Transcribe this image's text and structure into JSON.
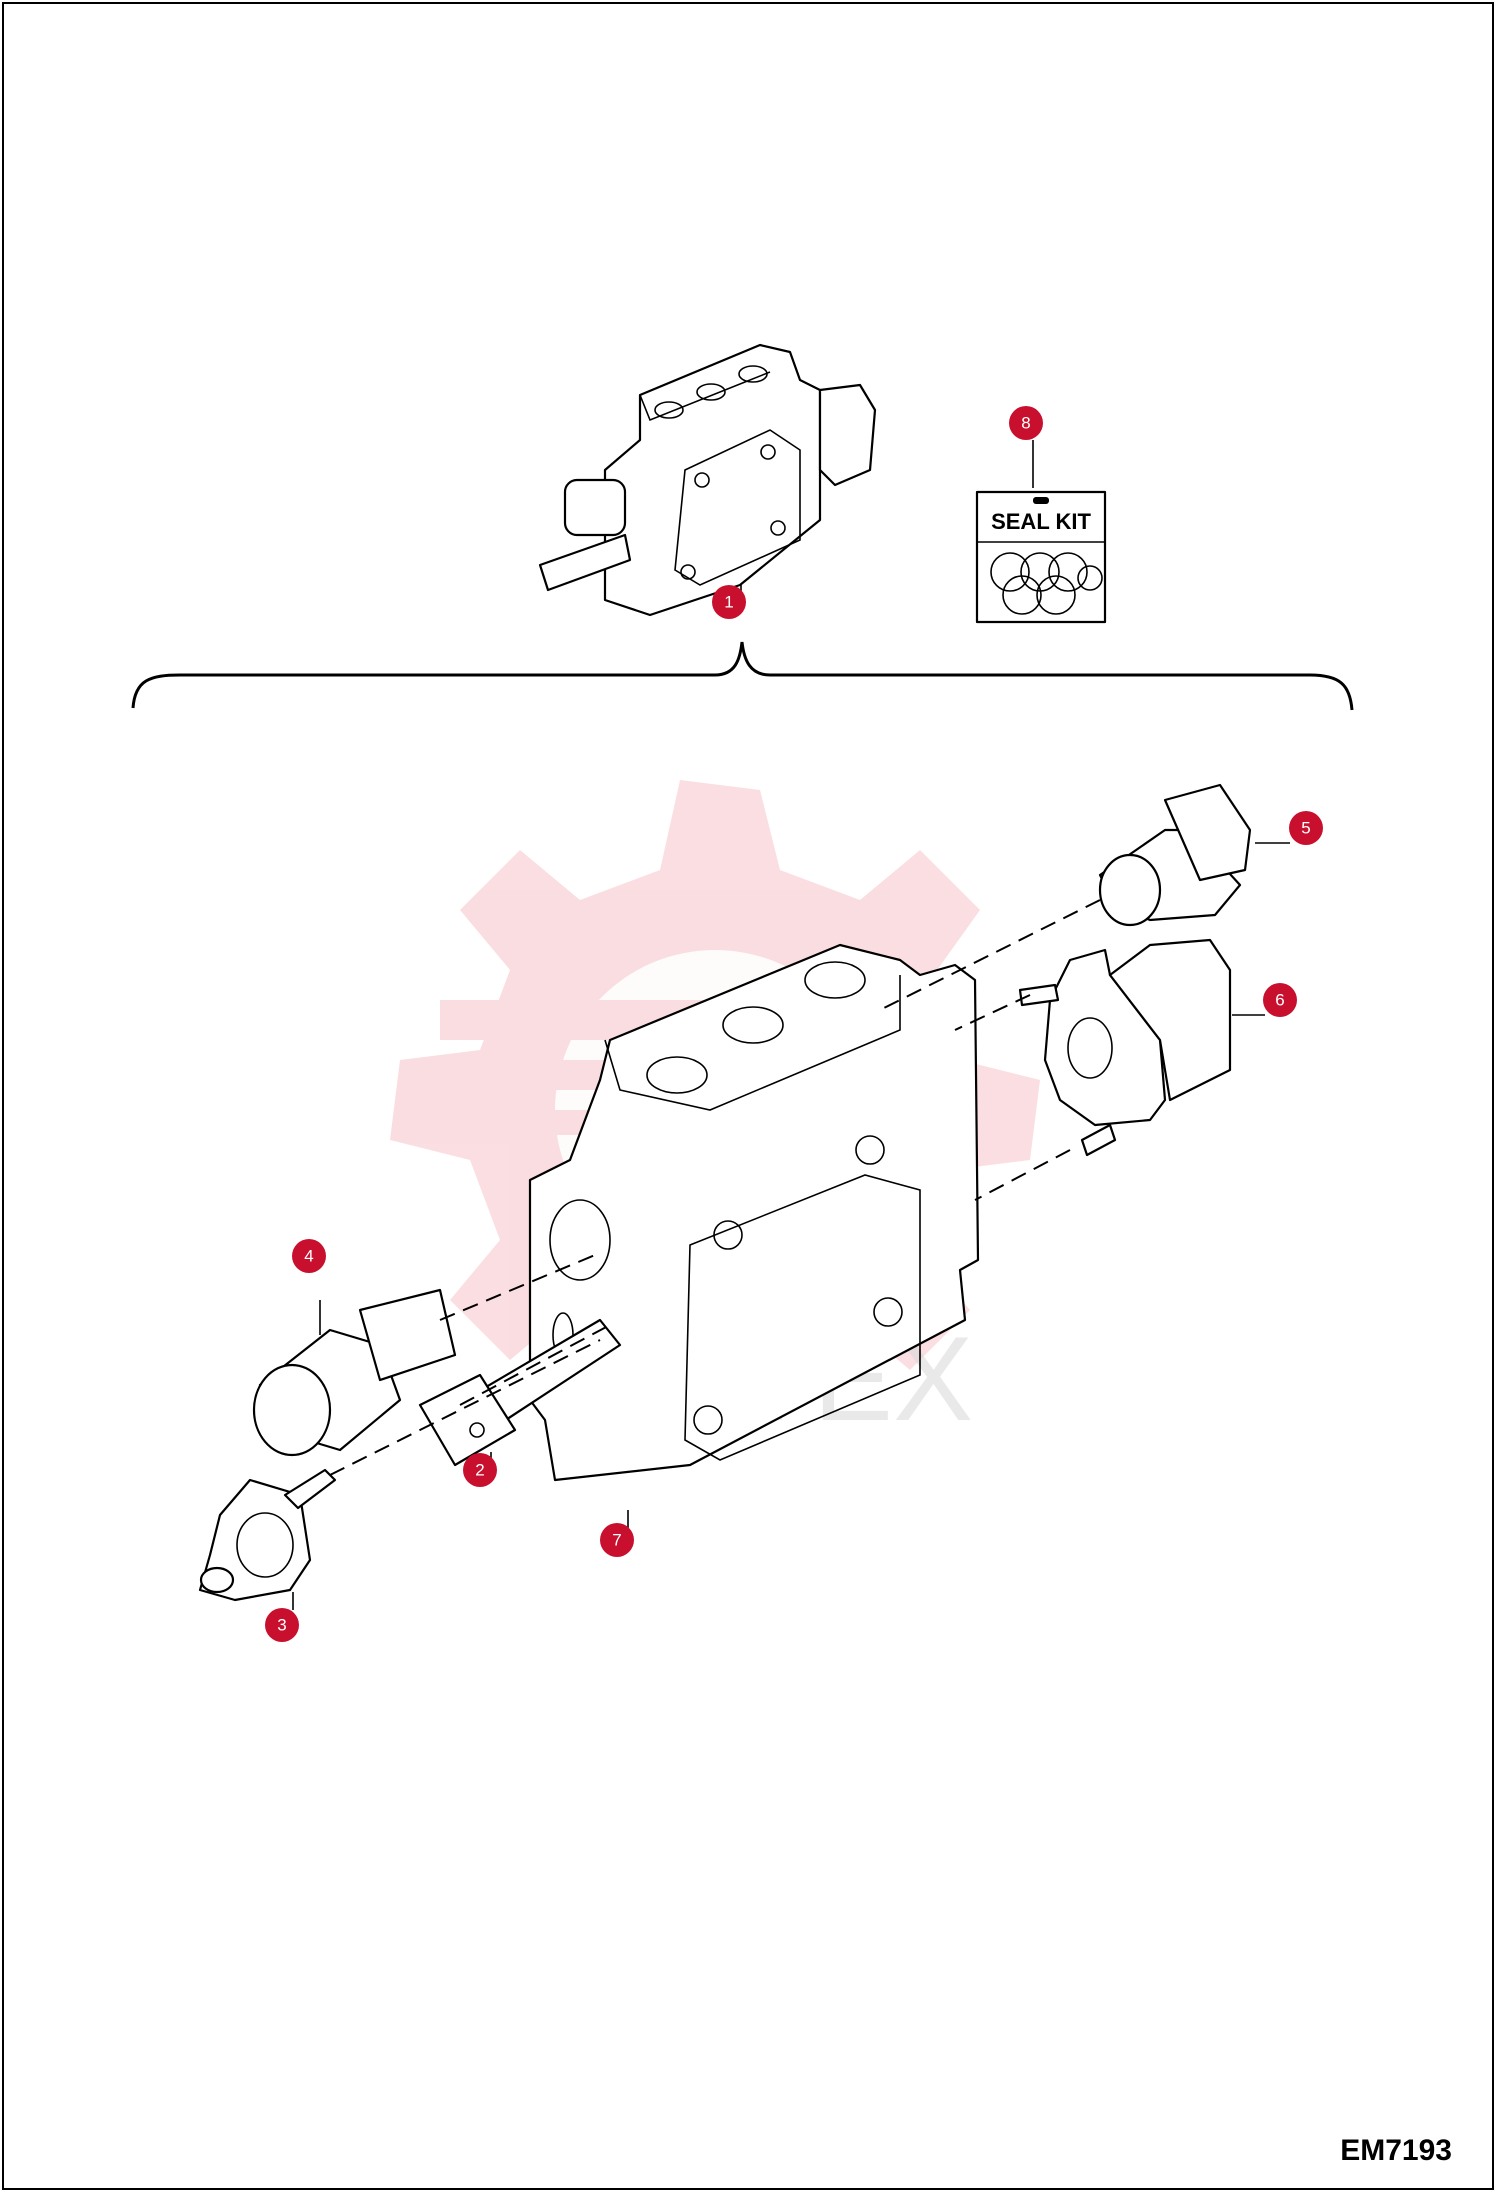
{
  "watermark": "ИНТЕХ",
  "seal_kit_label": "SEAL KIT",
  "drawing_code": "EM7193",
  "callouts": [
    {
      "number": "1",
      "color": "#c8102e"
    },
    {
      "number": "2",
      "color": "#c8102e"
    },
    {
      "number": "3",
      "color": "#c8102e"
    },
    {
      "number": "4",
      "color": "#c8102e"
    },
    {
      "number": "5",
      "color": "#c8102e"
    },
    {
      "number": "6",
      "color": "#c8102e"
    },
    {
      "number": "7",
      "color": "#c8102e"
    },
    {
      "number": "8",
      "color": "#c8102e"
    }
  ]
}
